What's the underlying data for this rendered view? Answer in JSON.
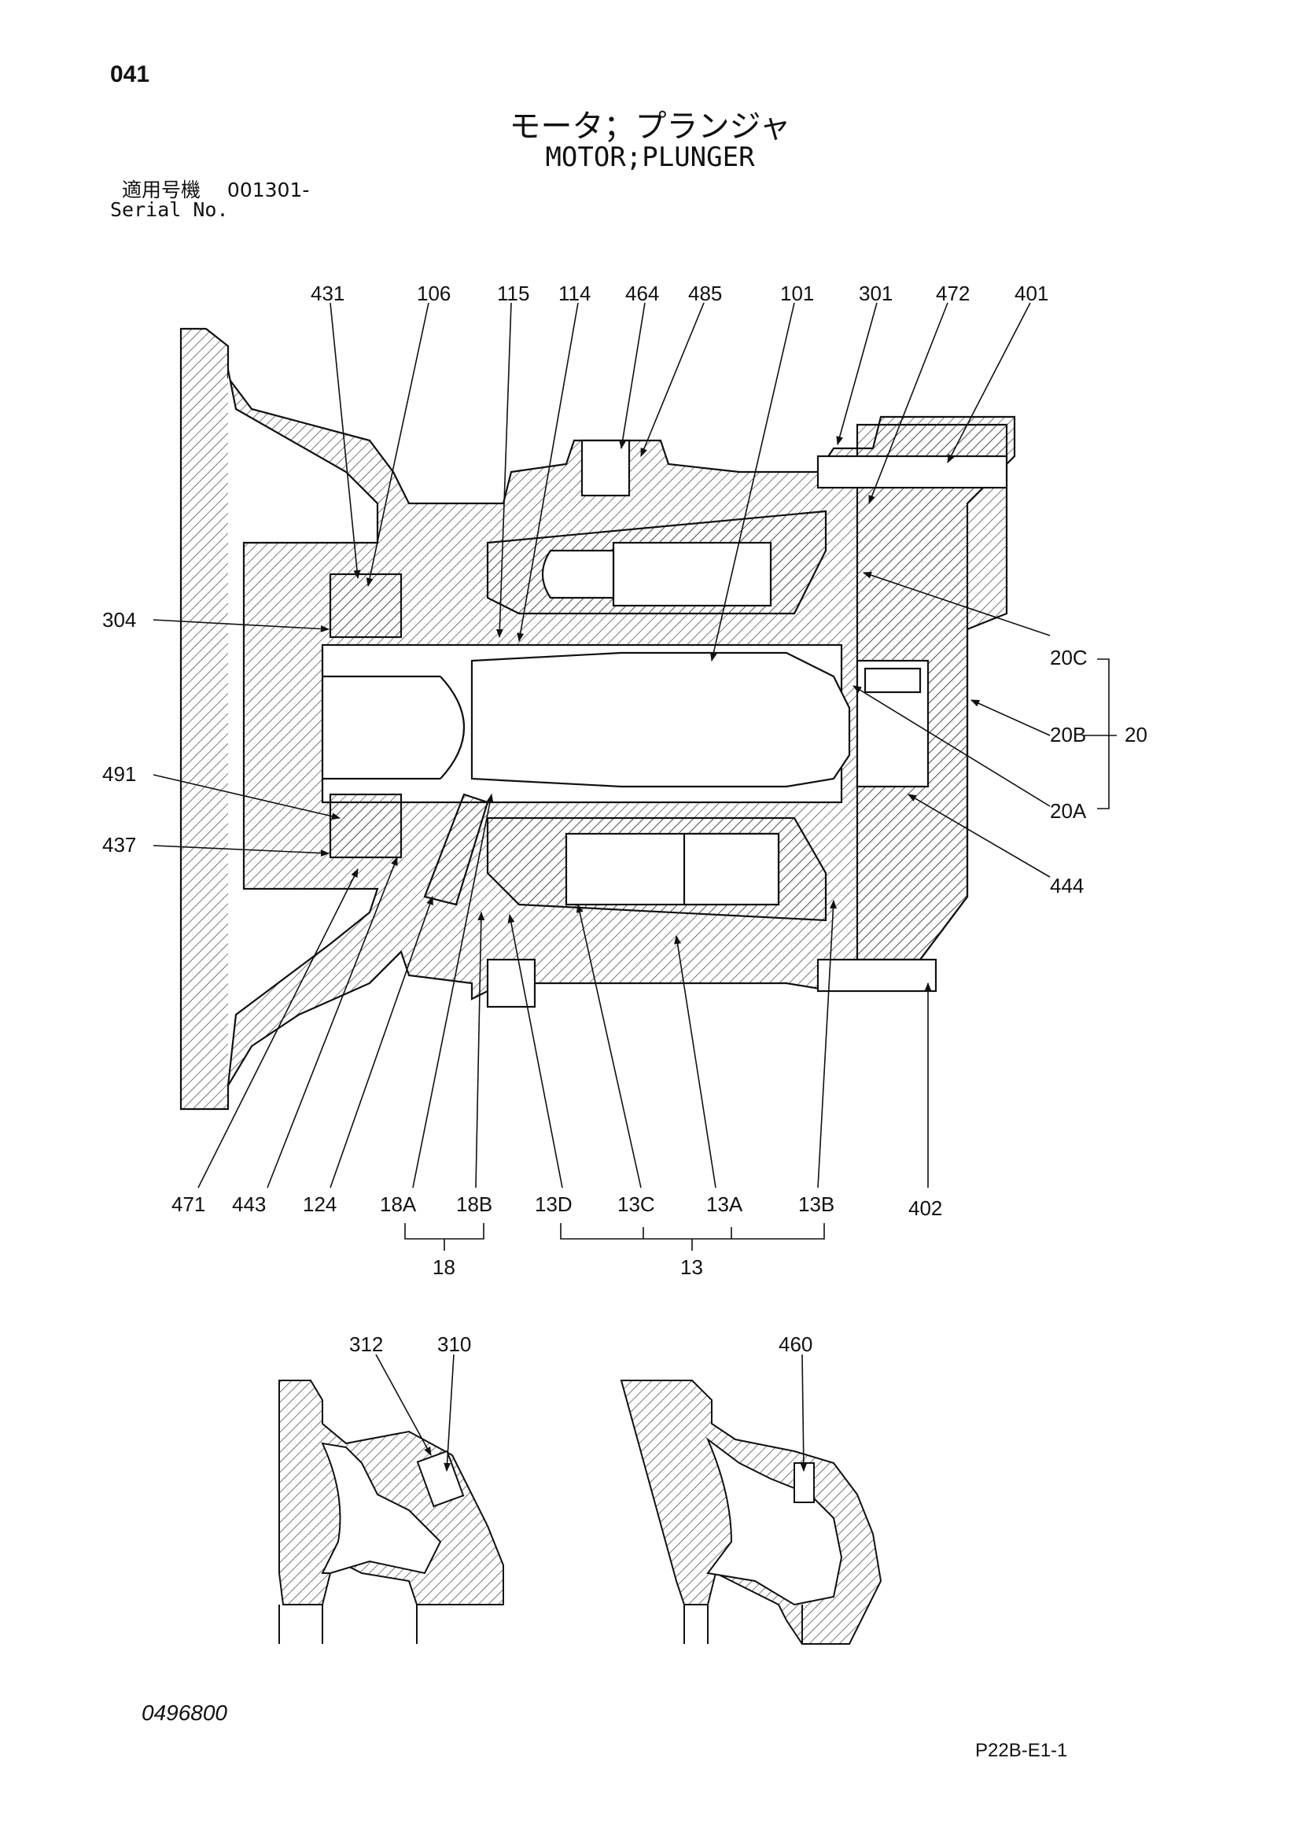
{
  "header": {
    "page_number": "041",
    "title_jp": "モータ；プランジャ",
    "title_en": "MOTOR;PLUNGER",
    "serial_label_jp": "適用号機",
    "serial_value": "001301-",
    "serial_label_en": "Serial No."
  },
  "main_view": {
    "top_callouts": [
      "431",
      "106",
      "115",
      "114",
      "464",
      "485",
      "101",
      "301",
      "472",
      "401"
    ],
    "left_callouts": [
      "304",
      "491",
      "437"
    ],
    "right_callouts": [
      "20C",
      "20B",
      "20A",
      "444"
    ],
    "right_group_label": "20",
    "bottom_callouts": [
      "471",
      "443",
      "124",
      "18A",
      "18B",
      "13D",
      "13C",
      "13A",
      "13B",
      "402"
    ],
    "bottom_groups": [
      {
        "label": "18",
        "members": [
          "18A",
          "18B"
        ]
      },
      {
        "label": "13",
        "members": [
          "13D",
          "13C",
          "13A",
          "13B"
        ]
      }
    ]
  },
  "detail_views": [
    {
      "callouts": [
        "312",
        "310"
      ]
    },
    {
      "callouts": [
        "460"
      ]
    }
  ],
  "footer": {
    "document_number": "0496800",
    "sheet_code": "P22B-E1-1"
  }
}
